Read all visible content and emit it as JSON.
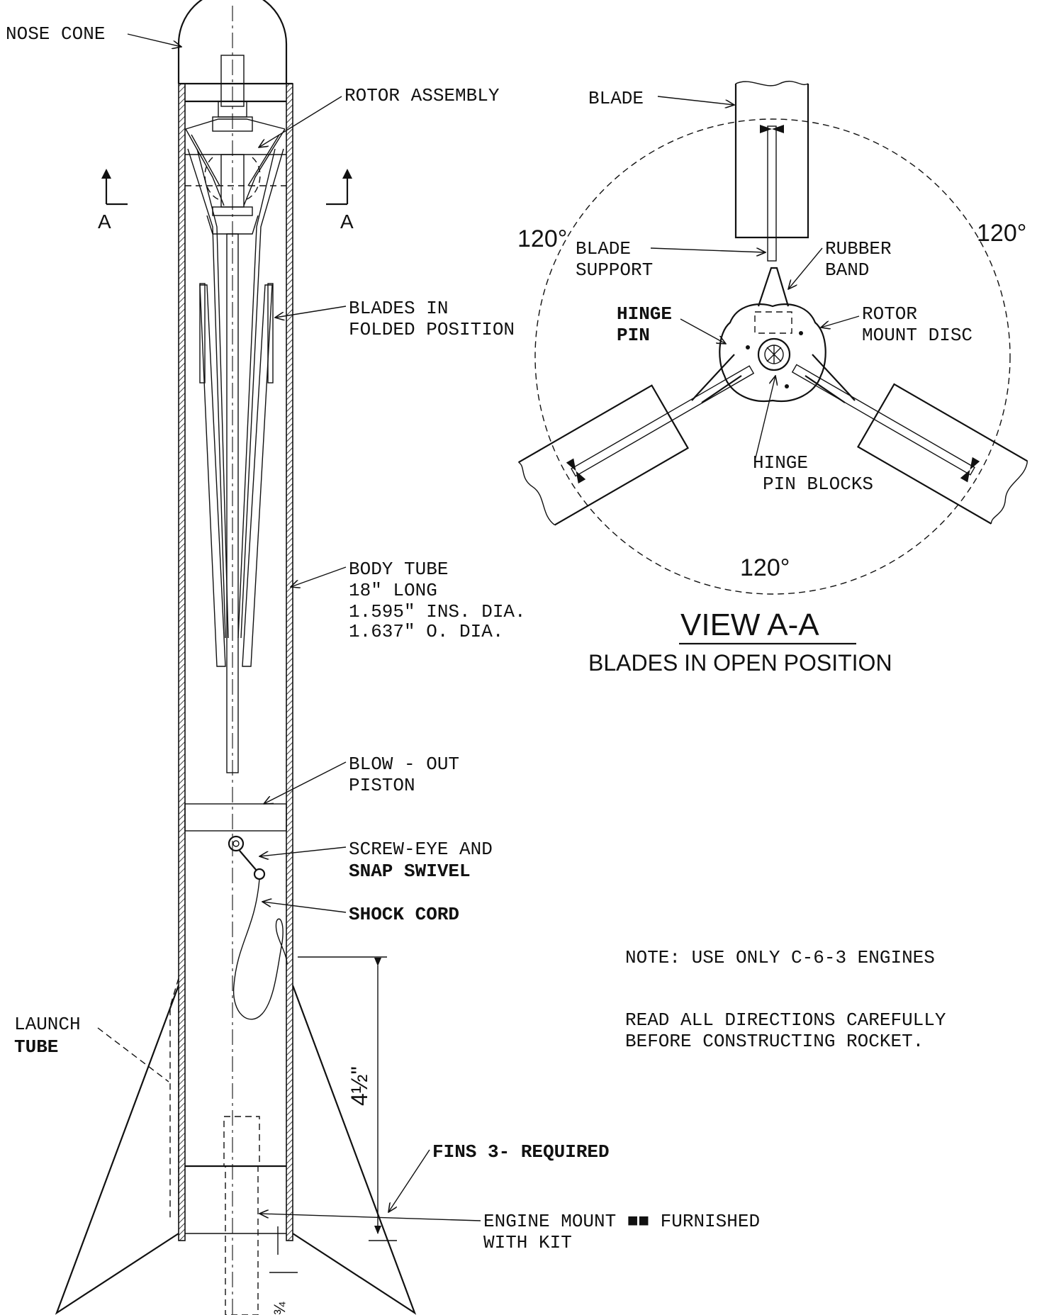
{
  "labels": {
    "nose_cone": "NOSE CONE",
    "rotor_assembly": "ROTOR ASSEMBLY",
    "section_mark": "A",
    "blades_folded": [
      "BLADES IN",
      "FOLDED POSITION"
    ],
    "body_tube": [
      "BODY TUBE",
      "18\" LONG",
      "1.595\" INS. DIA.",
      "1.637\" O. DIA."
    ],
    "blow_out_piston": [
      "BLOW - OUT",
      "PISTON"
    ],
    "screw_eye": [
      "SCREW-EYE AND",
      "SNAP SWIVEL"
    ],
    "shock_cord": "SHOCK CORD",
    "launch_tube": [
      "LAUNCH",
      "TUBE"
    ],
    "dimension": "4½\"",
    "dimension_bottom": "¾",
    "fins": "FINS 3- REQUIRED",
    "engine_mount": [
      "ENGINE MOUNT ■■ FURNISHED",
      "WITH KIT"
    ]
  },
  "view": {
    "blade": "BLADE",
    "blade_support": [
      "BLADE",
      "SUPPORT"
    ],
    "rubber_band": [
      "RUBBER",
      "BAND"
    ],
    "hinge_pin": [
      "HINGE",
      "PIN"
    ],
    "rotor_mount_disc": [
      "ROTOR",
      "MOUNT DISC"
    ],
    "hinge_pin_blocks": [
      "HINGE",
      "PIN BLOCKS"
    ],
    "angle": "120°",
    "title": "VIEW A-A",
    "subtitle": "BLADES IN OPEN POSITION"
  },
  "notes": {
    "engines": "NOTE: USE ONLY C-6-3 ENGINES",
    "directions": [
      "READ ALL DIRECTIONS CAREFULLY",
      "BEFORE CONSTRUCTING ROCKET."
    ]
  }
}
